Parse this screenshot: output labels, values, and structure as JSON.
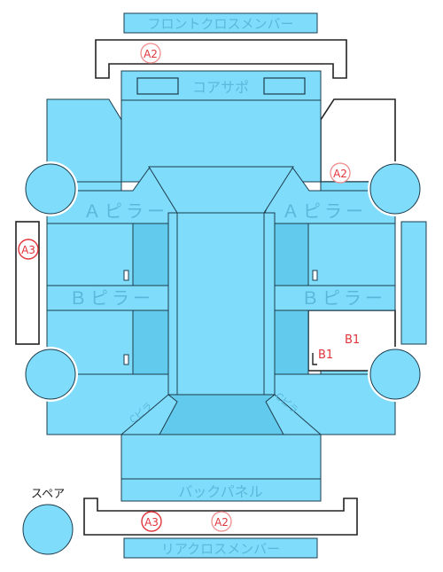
{
  "panels": {
    "front_cross_member": "フロントクロスメンバー",
    "core_support": "コアサポ",
    "a_pillar_left": "Ａピラー",
    "a_pillar_right": "Ａピラー",
    "b_pillar_left": "Ｂピラー",
    "b_pillar_right": "Ｂピラー",
    "c_pillar_left": "Cピラ",
    "c_pillar_right": "Cピラ",
    "back_panel": "バックパネル",
    "rear_cross_member": "リアクロスメンバー",
    "spare": "スペア"
  },
  "marks": {
    "front_cross": "A2",
    "right_front": "A2",
    "left_side": "A3",
    "rear_cross_1": "A3",
    "rear_cross_2": "A2",
    "b1_top": "B1",
    "b1_bottom": "B1"
  },
  "colors": {
    "panel": "#7fdcfb",
    "panel_dark": "#62cbed",
    "mark_red": "#e0353b",
    "mark_pink": "#f08c8c"
  }
}
